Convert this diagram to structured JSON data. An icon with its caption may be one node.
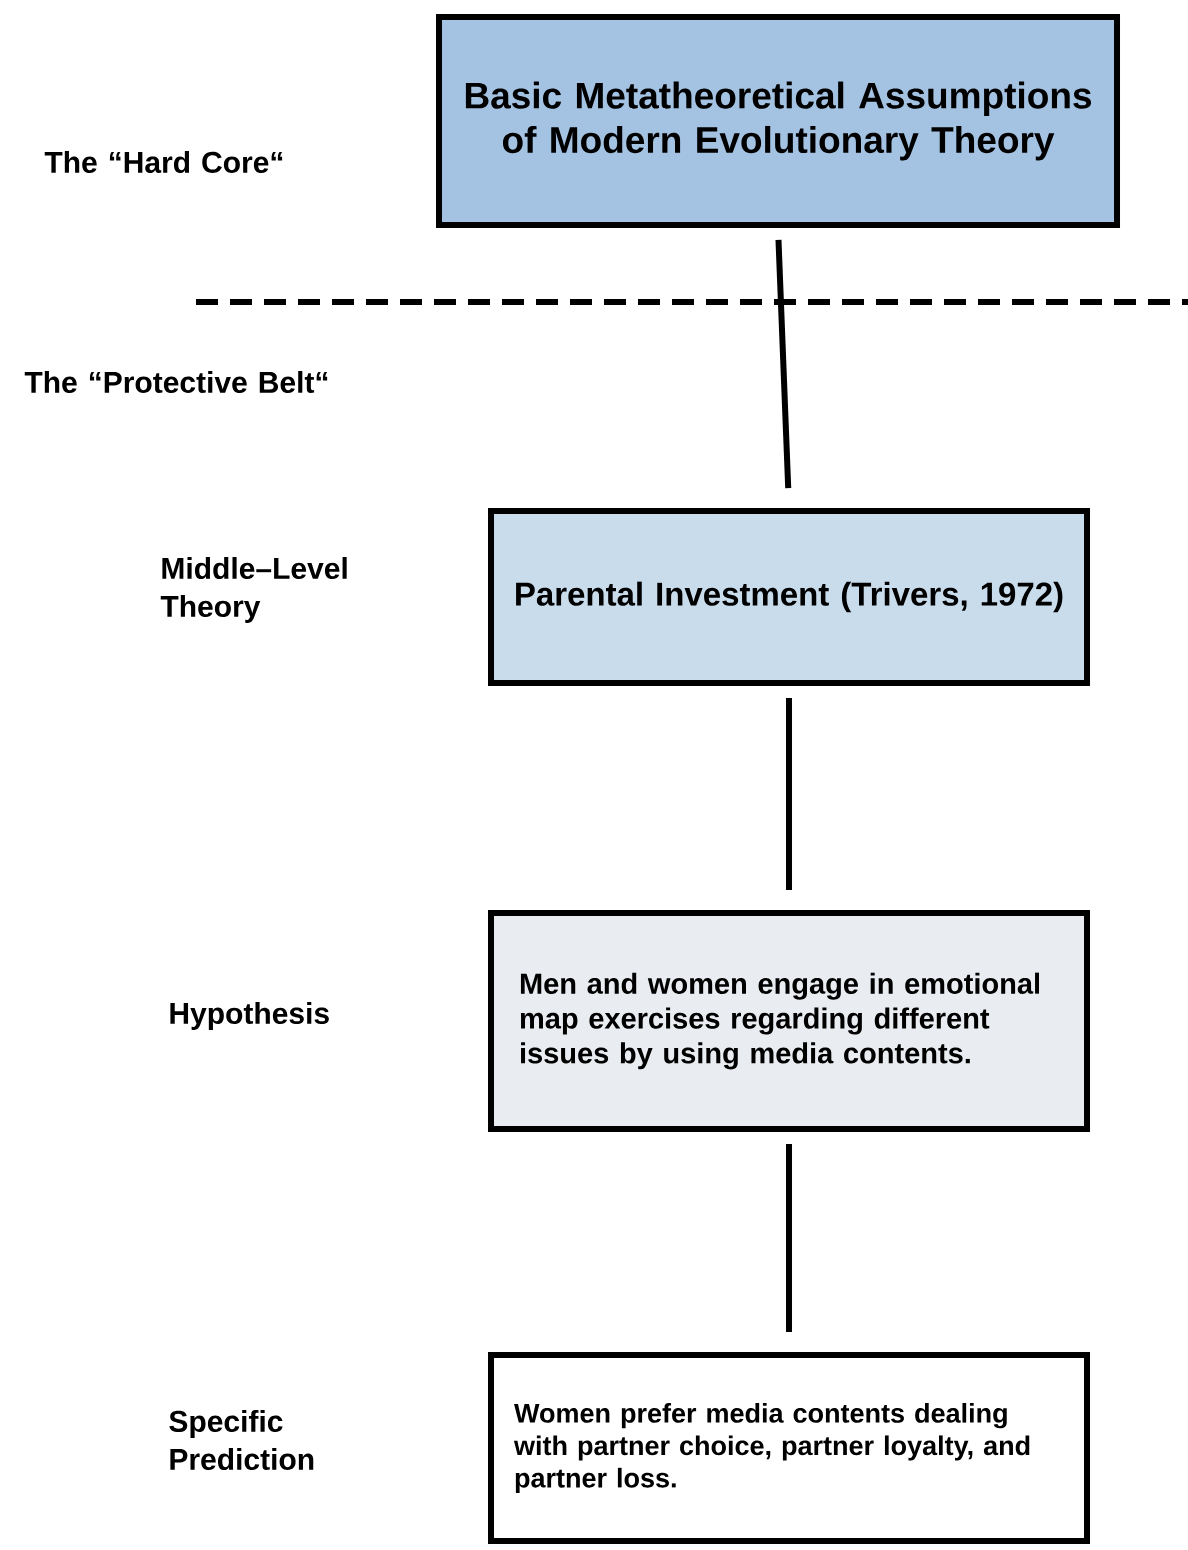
{
  "diagram": {
    "nodes": [
      {
        "text": [
          "Basic Metatheoretical Assumptions of Modern Evolutionary Theory"
        ]
      },
      {
        "text": [
          "Parental Investment (Trivers, 1972)"
        ]
      },
      {
        "text": [
          "Men and women engage in emotional map exercises regarding different issues by using media contents."
        ]
      },
      {
        "text": [
          "Women prefer media contents dealing with partner choice, partner loyalty, and partner loss."
        ]
      }
    ],
    "edges": [
      {
        "from": 0,
        "to": 1,
        "arrow": "none"
      },
      {
        "from": 1,
        "to": 2,
        "arrow": "none"
      },
      {
        "from": 2,
        "to": 3,
        "arrow": "none"
      }
    ],
    "labels": [
      "The “Hard Core“",
      "The “Protective Belt“",
      "Middle–Level Theory",
      "Hypothesis",
      "Specific Prediction"
    ]
  }
}
